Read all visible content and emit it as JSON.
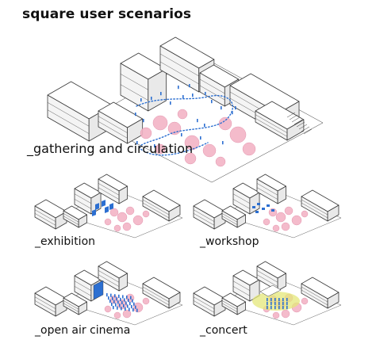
{
  "title": "square user scenarios",
  "colors": {
    "line": "#3a3a3a",
    "people": "#2c6fd1",
    "trees": "#f3b4c6",
    "tree_edge": "#e08aa6",
    "screen": "#2c6fd1",
    "stage_glow": "#e4e77a"
  },
  "scenarios": [
    {
      "id": "gathering",
      "caption": "_gathering and circulation"
    },
    {
      "id": "exhibition",
      "caption": "_exhibition"
    },
    {
      "id": "workshop",
      "caption": "_workshop"
    },
    {
      "id": "cinema",
      "caption": "_open air cinema"
    },
    {
      "id": "concert",
      "caption": "_concert"
    }
  ]
}
